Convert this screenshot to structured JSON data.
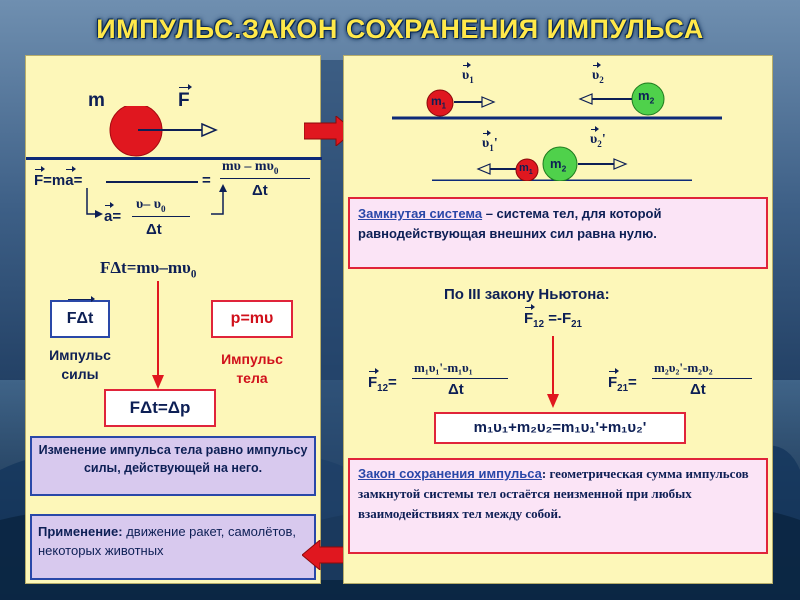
{
  "title": "ИМПУЛЬС.ЗАКОН СОХРАНЕНИЯ ИМПУЛЬСА",
  "left": {
    "mass_label": "m",
    "force_label": "F",
    "eq_prefix": "F=ma=",
    "eq_equals": "=",
    "frac_num": "mυ – mυ",
    "frac_num_sub": "0",
    "frac_den": "Δt",
    "a_label": "a=",
    "a_num": "υ– υ",
    "a_num_sub": "0",
    "a_den": "Δt",
    "main_eq": "FΔt=mυ–mυ",
    "main_eq_sub": "0",
    "impulse_force_box": "FΔt",
    "impulse_force_label_1": "Импульс",
    "impulse_force_label_2": "силы",
    "momentum_box": "p=mυ",
    "momentum_label_1": "Импульс",
    "momentum_label_2": "тела",
    "result_box": "FΔt=Δp",
    "change_text": "Изменение импульса тела равно импульсу силы, действующей на него.",
    "application_title": "Применение:",
    "application_text": " движение ракет, самолётов, некоторых животных"
  },
  "right": {
    "top_m1": "m",
    "top_m1_sub": "1",
    "top_m2": "m",
    "top_m2_sub": "2",
    "top_v1": "υ",
    "top_v1_sub": "1",
    "top_v2": "υ",
    "top_v2_sub": "2",
    "bot_v1": "υ",
    "bot_v1_sub": "1",
    "bot_v1_prime": "'",
    "bot_v2": "υ",
    "bot_v2_sub": "2",
    "bot_v2_prime": "'",
    "bot_m1": "m",
    "bot_m1_sub": "1",
    "bot_m2": "m",
    "bot_m2_sub": "2",
    "closed_title": "Замкнутая система",
    "closed_text": " – система тел, для которой равнодействующая внешних сил равна нулю.",
    "newton_title": "По III закону Ньютона:",
    "newton_eq": "F",
    "newton_eq_sub1": "12",
    "newton_eq_mid": " =-F",
    "newton_eq_sub2": "21",
    "f12_label": "F",
    "f12_sub": "12",
    "f12_eq": "=",
    "f12_num": "m₁υ₁'-m₁υ₁",
    "f12_den": "Δt",
    "f21_label": "F",
    "f21_sub": "21",
    "f21_eq": "=",
    "f21_num": "m₂υ₂'-m₂υ₂",
    "f21_den": "Δt",
    "conservation_eq": "m₁υ₁+m₂υ₂=m₁υ₁'+m₁υ₂'",
    "law_title": "Закон сохранения импульса",
    "law_text": ": геометрическая сумма импульсов замкнутой системы тел остаётся неизменной при любых взаимодействиях тел между собой."
  },
  "colors": {
    "panel_bg": "#fdf7b9",
    "title": "#ffe84a",
    "red": "#e0171f",
    "green": "#4fd14b",
    "navy": "#0d1f55",
    "blue_box": "#d8c9ee",
    "pink_box": "#fbe4f6"
  }
}
